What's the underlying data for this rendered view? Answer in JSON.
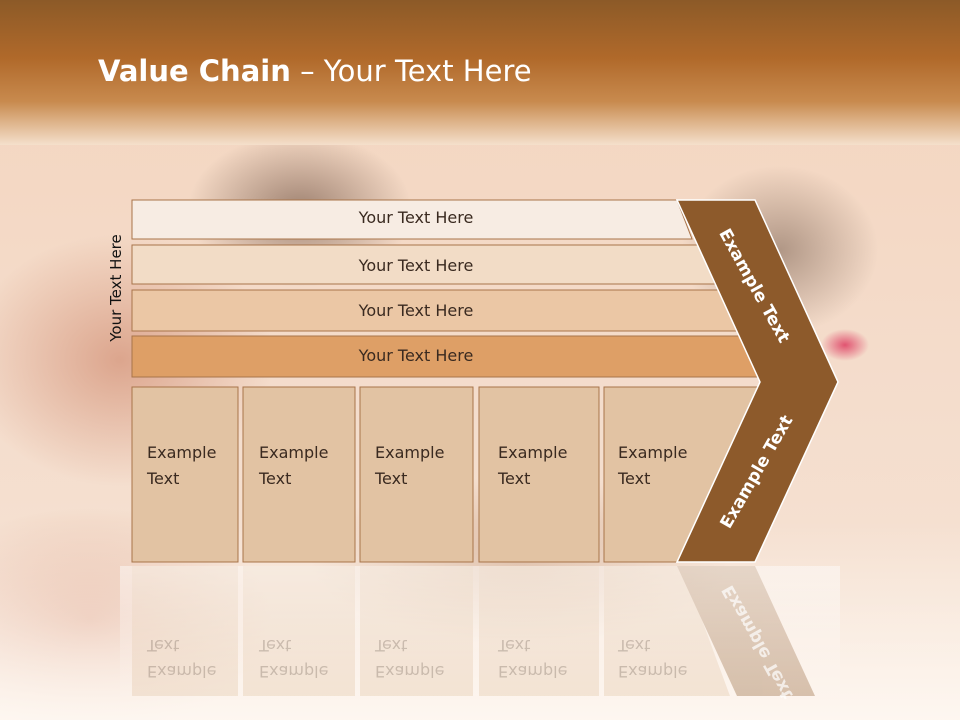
{
  "slide": {
    "title_bold": "Value Chain",
    "title_rest": " – Your Text Here",
    "vertical_label": "Your Text Here"
  },
  "rows": [
    {
      "label": "Your Text Here",
      "fill": "#f7ece3"
    },
    {
      "label": "Your Text Here",
      "fill": "#f2dcc6"
    },
    {
      "label": "Your Text Here",
      "fill": "#ebc7a5"
    },
    {
      "label": "Your Text Here",
      "fill": "#de9f66"
    }
  ],
  "cells": [
    {
      "line1": "Example",
      "line2": "Text"
    },
    {
      "line1": "Example",
      "line2": "Text"
    },
    {
      "line1": "Example",
      "line2": "Text"
    },
    {
      "line1": "Example",
      "line2": "Text"
    },
    {
      "line1": "Example",
      "line2": "Text"
    }
  ],
  "chevron": {
    "upper_label": "Example Text",
    "lower_label": "Example Text",
    "fill": "#8d5a2b"
  },
  "colors": {
    "header": "#b0692a",
    "cell_fill": "#e2c3a3",
    "border": "#a8744a"
  }
}
